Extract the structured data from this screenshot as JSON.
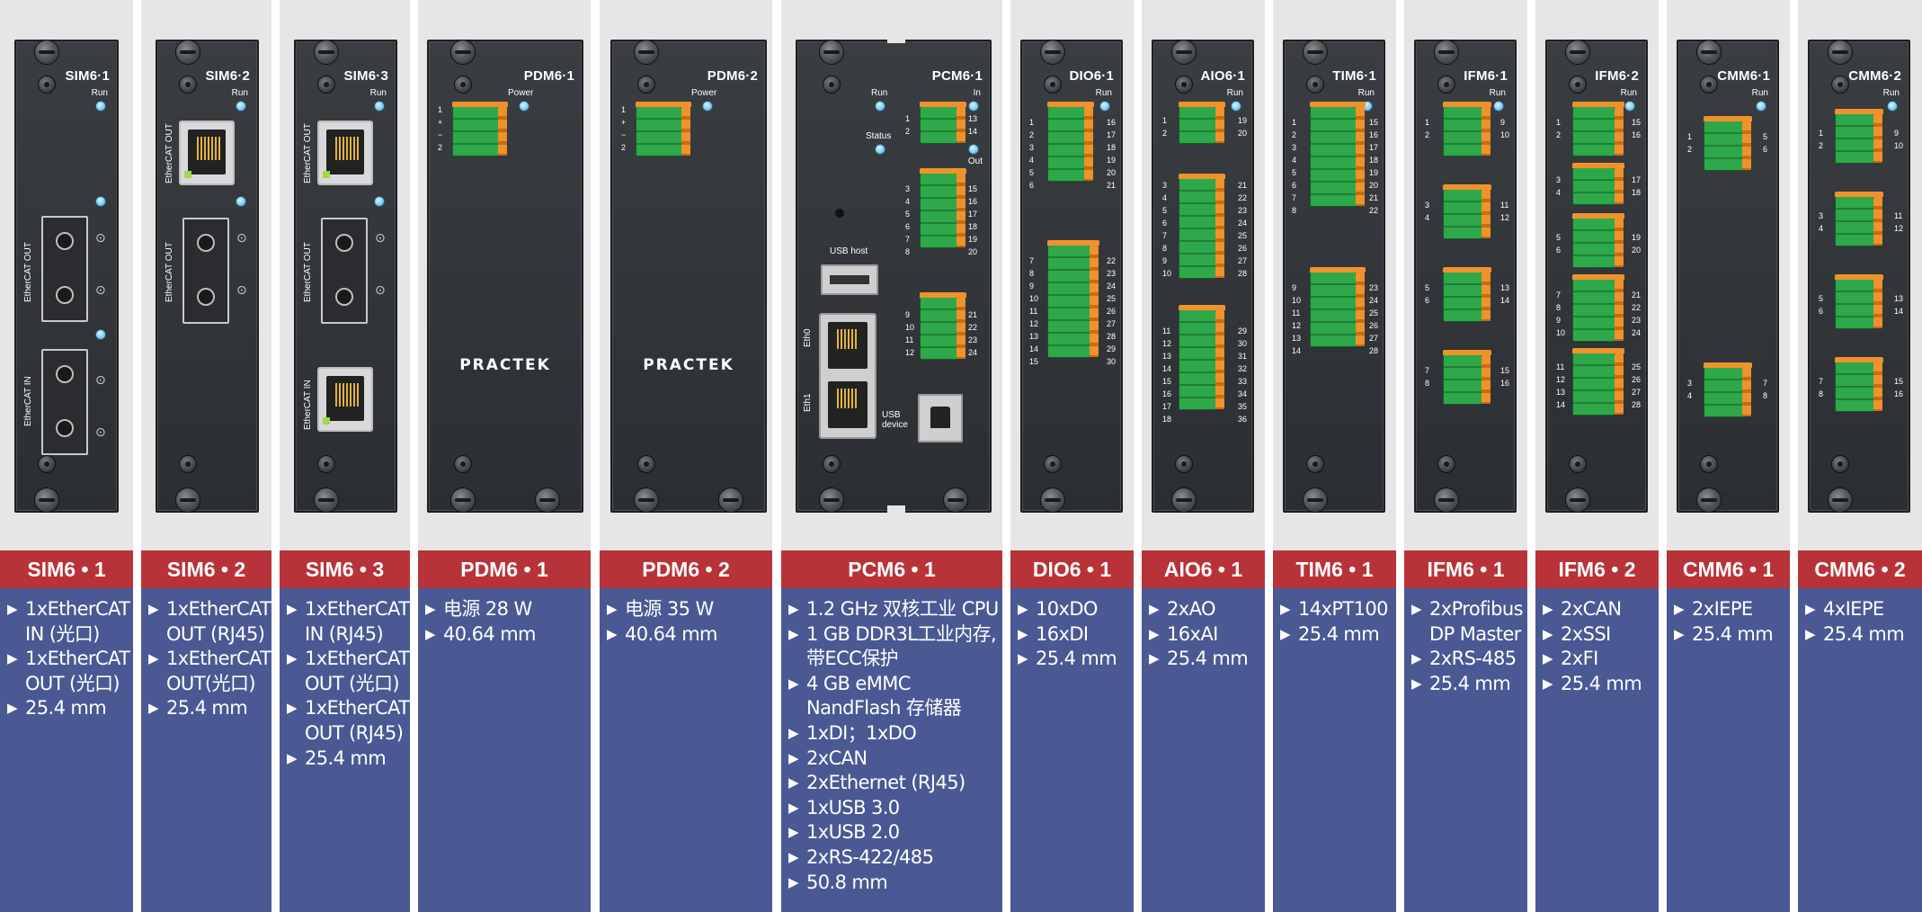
{
  "brand": "PRACTEK",
  "labels": {
    "run": "Run",
    "power": "Power",
    "status": "Status",
    "in": "In",
    "out": "Out",
    "usb_host": "USB host",
    "usb_device": "USB device",
    "eth0": "Eth0",
    "eth1": "Eth1",
    "ethercat_out": "EtherCAT OUT",
    "ethercat_in": "EtherCAT IN",
    "pm": [
      "1",
      "+",
      "−",
      "2"
    ]
  },
  "modules": [
    {
      "panel_title": "SIM6·1",
      "title": "SIM6 • 1",
      "specs": [
        "1xEtherCAT IN (光口)",
        "1xEtherCAT OUT (光口)",
        "25.4 mm"
      ]
    },
    {
      "panel_title": "SIM6·2",
      "title": "SIM6 • 2",
      "specs": [
        "1xEtherCAT OUT (RJ45)",
        "1xEtherCAT OUT(光口)",
        "25.4 mm"
      ]
    },
    {
      "panel_title": "SIM6·3",
      "title": "SIM6 • 3",
      "specs": [
        "1xEtherCAT IN (RJ45)",
        "1xEtherCAT OUT (光口)",
        "1xEtherCAT OUT (RJ45)",
        "25.4 mm"
      ]
    },
    {
      "panel_title": "PDM6·1",
      "title": "PDM6 • 1",
      "specs": [
        "电源 28 W",
        "40.64 mm"
      ]
    },
    {
      "panel_title": "PDM6·2",
      "title": "PDM6 • 2",
      "specs": [
        "电源 35 W",
        "40.64 mm"
      ]
    },
    {
      "panel_title": "PCM6·1",
      "title": "PCM6 • 1",
      "specs": [
        "1.2 GHz 双核工业 CPU",
        "1 GB DDR3L工业内存, 带ECC保护",
        "4 GB eMMC NandFlash 存储器",
        "1xDI；1xDO",
        "2xCAN",
        "2xEthernet (RJ45)",
        "1xUSB 3.0",
        "1xUSB 2.0",
        "2xRS-422/485",
        "50.8 mm"
      ]
    },
    {
      "panel_title": "DIO6·1",
      "title": "DIO6 • 1",
      "specs": [
        "10xDO",
        "16xDI",
        "25.4 mm"
      ]
    },
    {
      "panel_title": "AIO6·1",
      "title": "AIO6 • 1",
      "specs": [
        "2xAO",
        "16xAI",
        "25.4 mm"
      ]
    },
    {
      "panel_title": "TIM6·1",
      "title": "TIM6 • 1",
      "specs": [
        "14xPT100",
        "25.4 mm"
      ]
    },
    {
      "panel_title": "IFM6·1",
      "title": "IFM6 • 1",
      "specs": [
        "2xProfibus DP Master",
        "2xRS-485",
        "25.4 mm"
      ]
    },
    {
      "panel_title": "IFM6·2",
      "title": "IFM6 • 2",
      "specs": [
        "2xCAN",
        "2xSSI",
        "2xFI",
        "25.4 mm"
      ]
    },
    {
      "panel_title": "CMM6·1",
      "title": "CMM6 • 1",
      "specs": [
        "2xIEPE",
        "25.4 mm"
      ]
    },
    {
      "panel_title": "CMM6·2",
      "title": "CMM6 • 2",
      "specs": [
        "4xIEPE",
        "25.4 mm"
      ]
    }
  ]
}
